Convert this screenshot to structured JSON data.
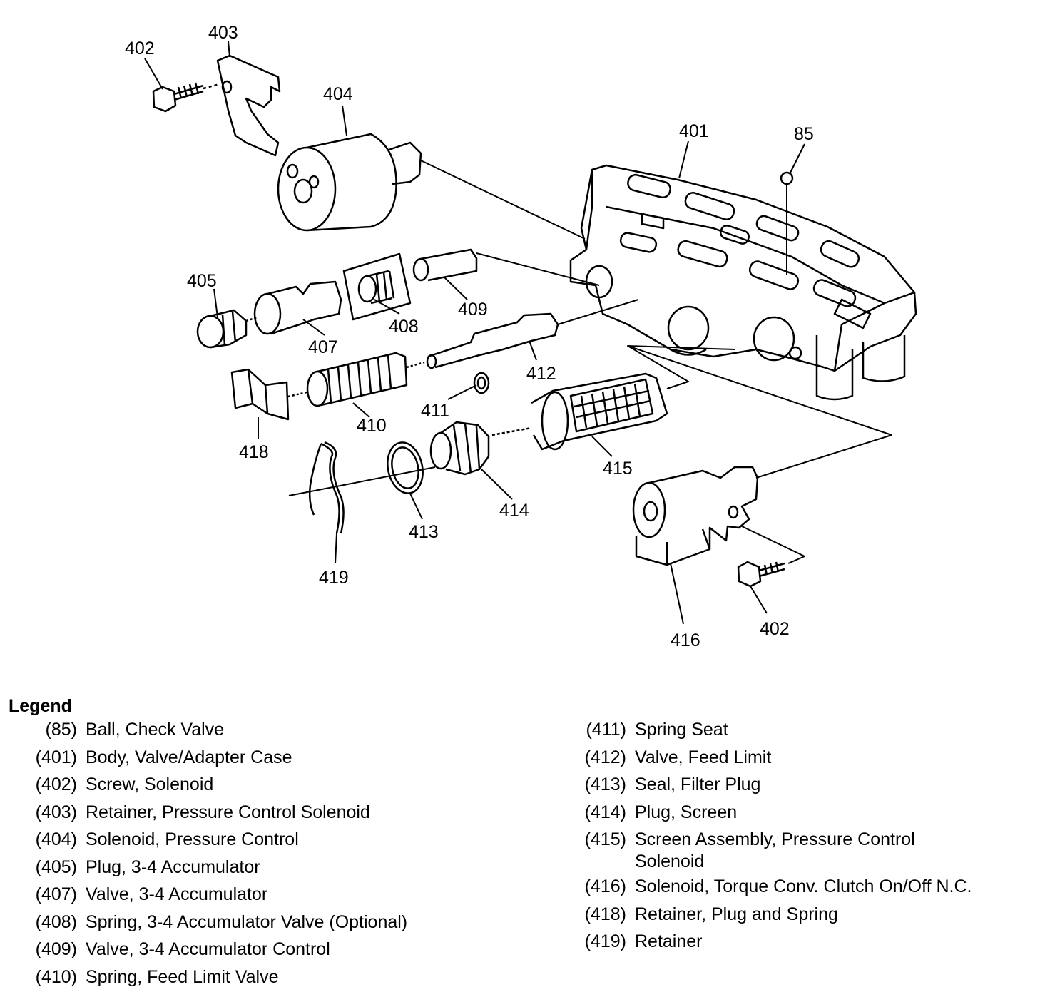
{
  "callouts": [
    "402",
    "403",
    "404",
    "401",
    "85",
    "405",
    "407",
    "408",
    "409",
    "412",
    "411",
    "410",
    "418",
    "415",
    "414",
    "413",
    "419",
    "416",
    "402"
  ],
  "legend": {
    "title": "Legend",
    "left": [
      {
        "num": "(85)",
        "desc": "Ball, Check Valve"
      },
      {
        "num": "(401)",
        "desc": "Body, Valve/Adapter Case"
      },
      {
        "num": "(402)",
        "desc": "Screw, Solenoid"
      },
      {
        "num": "(403)",
        "desc": "Retainer, Pressure Control Solenoid"
      },
      {
        "num": "(404)",
        "desc": "Solenoid, Pressure Control"
      },
      {
        "num": "(405)",
        "desc": "Plug, 3-4 Accumulator"
      },
      {
        "num": "(407)",
        "desc": "Valve, 3-4 Accumulator"
      },
      {
        "num": "(408)",
        "desc": "Spring, 3-4 Accumulator Valve (Optional)"
      },
      {
        "num": "(409)",
        "desc": "Valve, 3-4 Accumulator Control"
      },
      {
        "num": "(410)",
        "desc": "Spring, Feed Limit Valve"
      }
    ],
    "right": [
      {
        "num": "(411)",
        "desc": "Spring Seat"
      },
      {
        "num": "(412)",
        "desc": "Valve, Feed Limit"
      },
      {
        "num": "(413)",
        "desc": "Seal, Filter Plug"
      },
      {
        "num": "(414)",
        "desc": "Plug, Screen"
      },
      {
        "num": "(415)",
        "desc": "Screen Assembly, Pressure Control\nSolenoid"
      },
      {
        "num": "(416)",
        "desc": "Solenoid, Torque Conv. Clutch On/Off N.C."
      },
      {
        "num": "(418)",
        "desc": "Retainer, Plug and Spring"
      },
      {
        "num": "(419)",
        "desc": "Retainer"
      }
    ]
  }
}
